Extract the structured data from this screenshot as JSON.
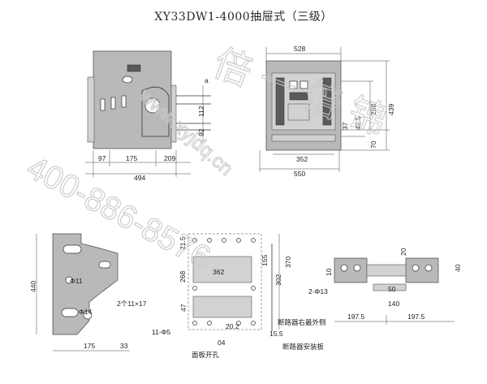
{
  "title": "XY33DW1-4000抽屉式（三级）",
  "side_view": {
    "dims_bottom": [
      "97",
      "175",
      "209"
    ],
    "overall_width": "494",
    "dims_right": [
      "a",
      "112",
      "92"
    ]
  },
  "front_view": {
    "overall_top": "528",
    "dims_right": [
      "258",
      "439",
      "37",
      "42.5",
      "70"
    ],
    "bottom_inner": "352",
    "bottom_overall": "550"
  },
  "bracket_view": {
    "height": "440",
    "hole_top": "Φ11",
    "hole_bottom": "Φ14",
    "slots": "2个11×17",
    "dims_bottom": [
      "175",
      "33"
    ]
  },
  "panel_cutout": {
    "dims_left": [
      "21.5",
      "268",
      "47"
    ],
    "width": "362",
    "dims_right": [
      "155",
      "302",
      "370"
    ],
    "holes": "11-Φ5",
    "dims_bottom": [
      "20.2",
      "04",
      "15.5"
    ],
    "label_panel": "面板开孔",
    "label_right_side": "断路器右最外侧",
    "label_mount": "断路器安装板"
  },
  "busbar_view": {
    "dims_left": [
      "10",
      "2-Φ13"
    ],
    "dims_top": [
      "20",
      "40"
    ],
    "dims_mid": [
      "50",
      "140"
    ],
    "dims_bottom": [
      "197.5",
      "197.5"
    ]
  },
  "watermark": {
    "phone": "400-886-8576",
    "site": "www.xyjdq.cn",
    "brand": "倍 一 倍 锦"
  },
  "colors": {
    "line": "#333333",
    "fill": "#b9b9b9",
    "background": "#ffffff"
  }
}
